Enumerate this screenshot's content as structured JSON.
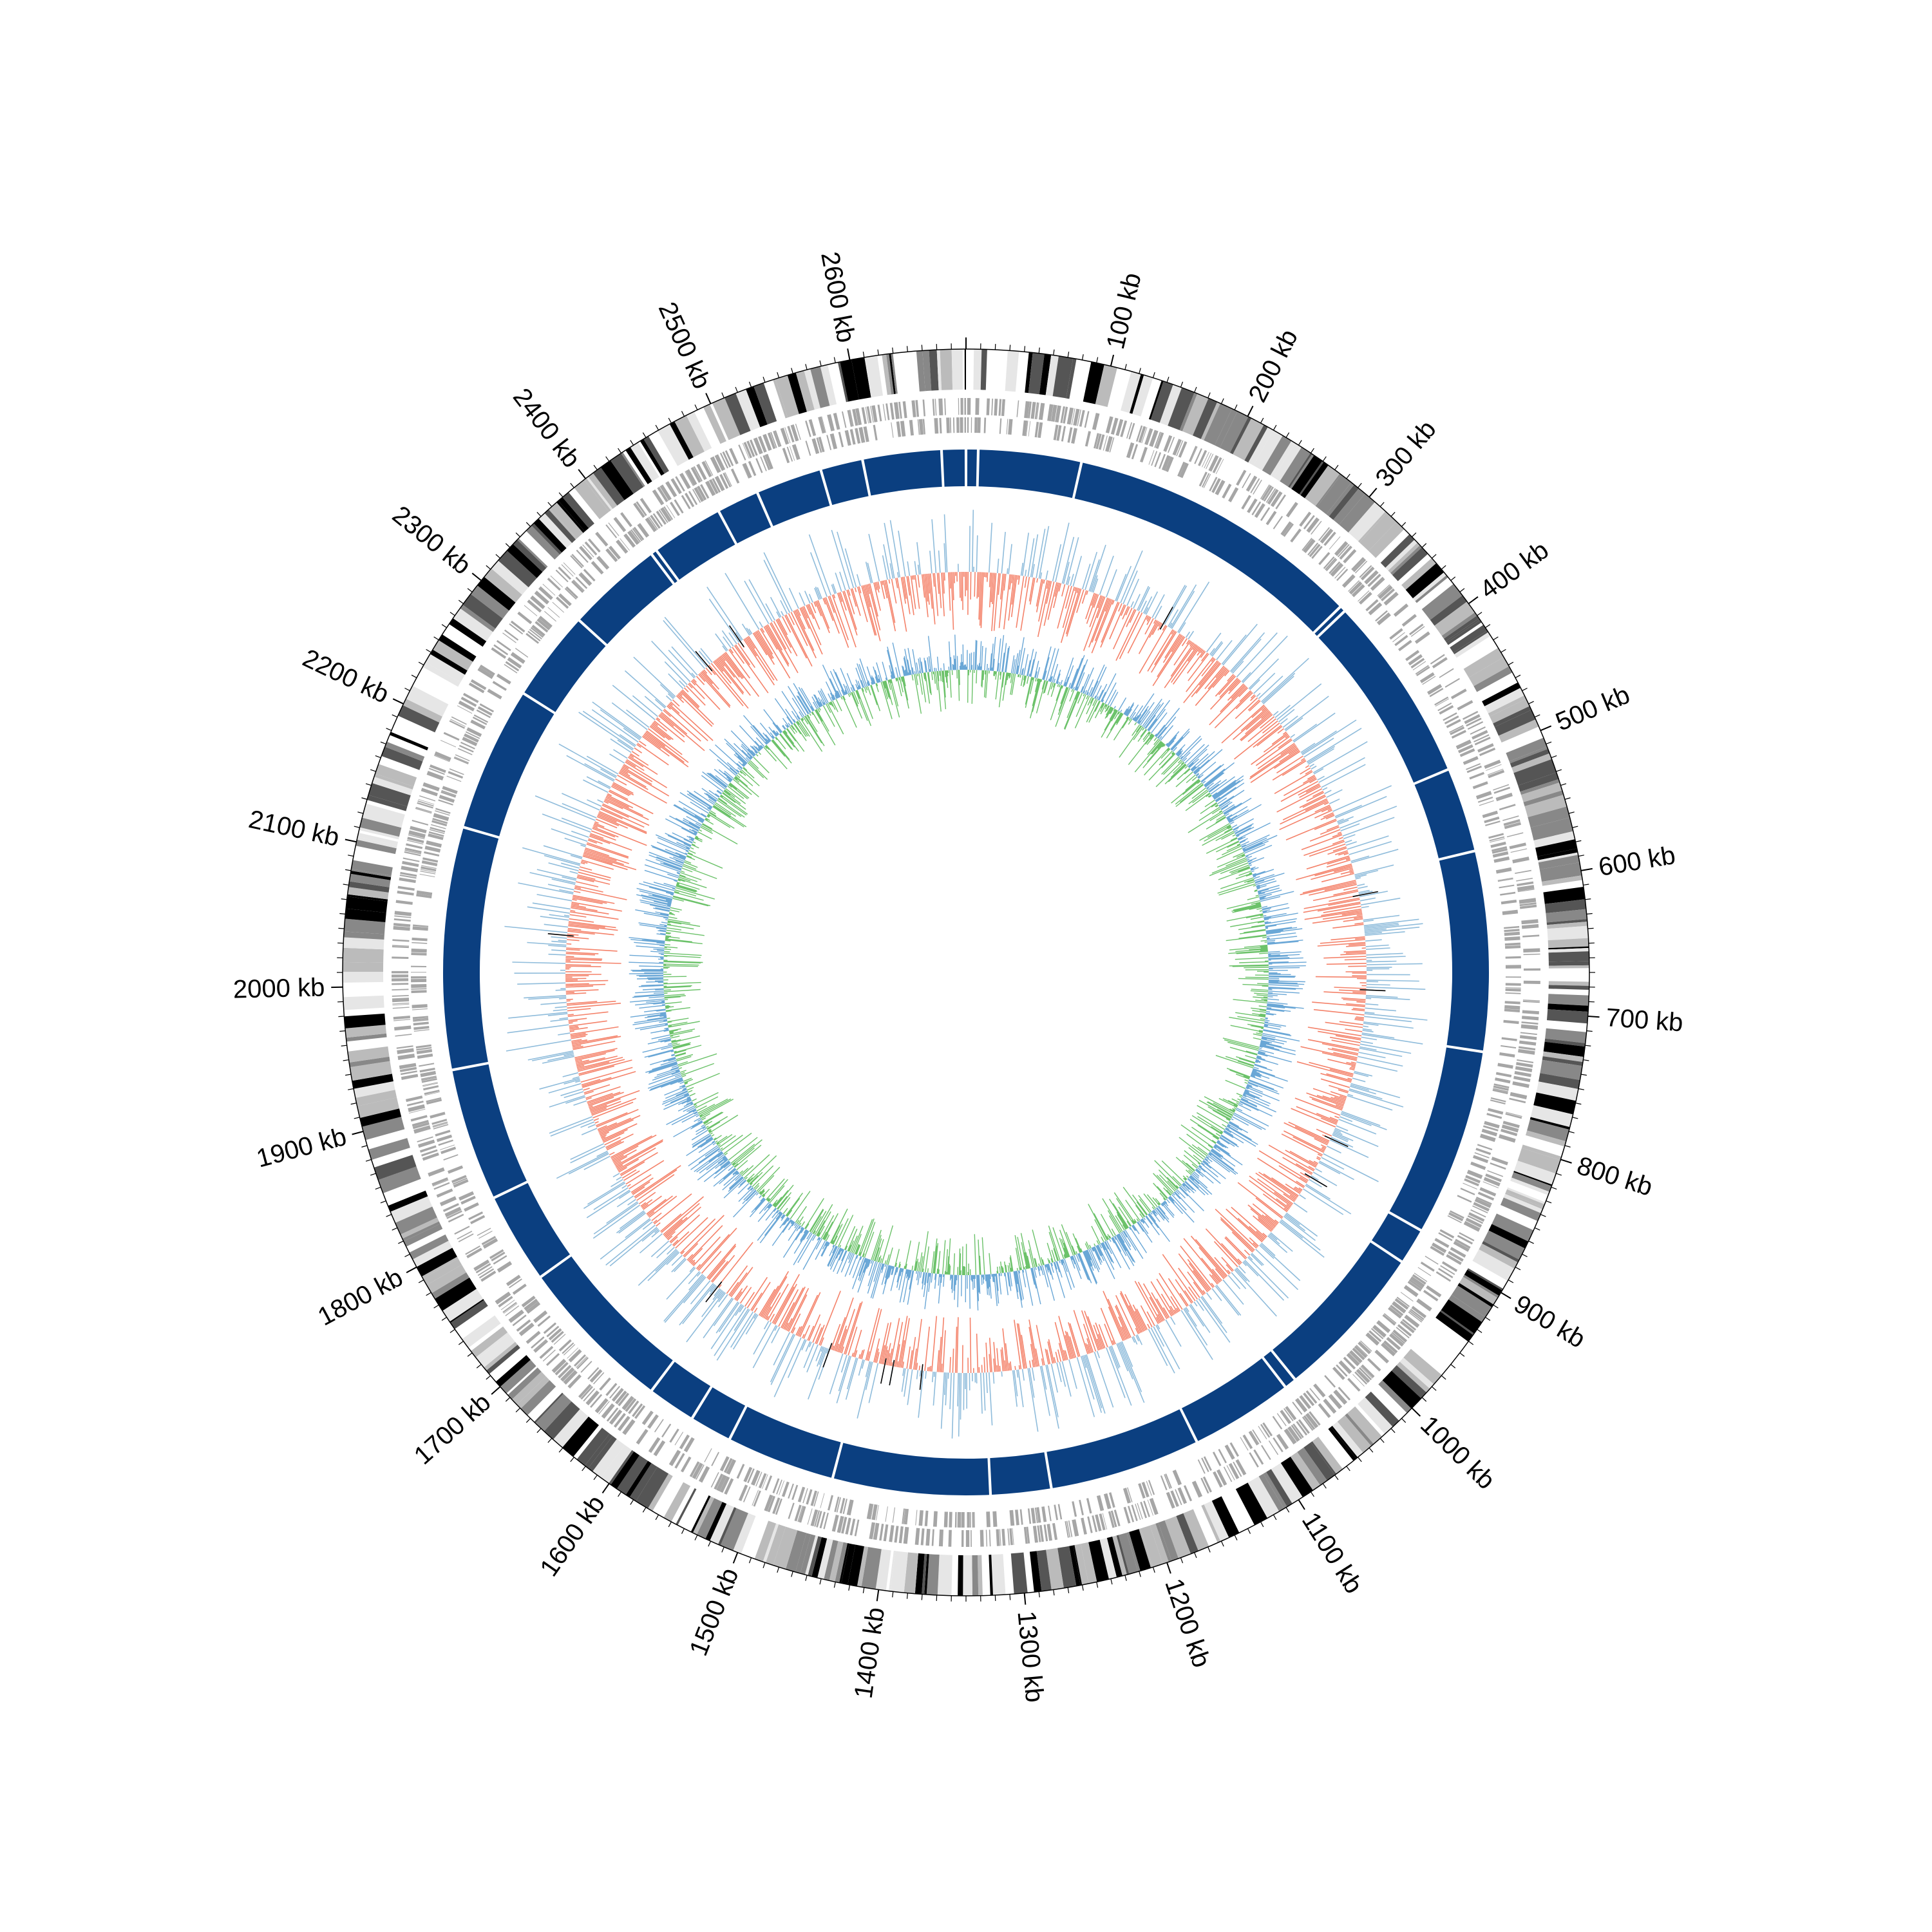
{
  "genome_map": {
    "type": "circular-genome-map",
    "genome_length_kb": 2680,
    "scale_labels": [
      "100 kb",
      "200 kb",
      "300 kb",
      "400 kb",
      "500 kb",
      "600 kb",
      "700 kb",
      "800 kb",
      "900 kb",
      "1000 kb",
      "1100 kb",
      "1200 kb",
      "1300 kb",
      "1400 kb",
      "1500 kb",
      "1600 kb",
      "1700 kb",
      "1800 kb",
      "1900 kb",
      "2000 kb",
      "2100 kb",
      "2200 kb",
      "2300 kb",
      "2400 kb",
      "2500 kb",
      "2600 kb"
    ],
    "tracks": [
      {
        "id": "banding",
        "colors": [
          "#000000",
          "#555555",
          "#888888",
          "#bbbbbb",
          "#e6e6e6",
          "#ffffff"
        ]
      },
      {
        "id": "genes",
        "color": "#a6a6a6"
      },
      {
        "id": "contigs",
        "color": "#0b3f80",
        "gap_positions_kb": [
          0,
          10,
          95,
          340,
          345,
          500,
          570,
          735,
          890,
          920,
          1050,
          1060,
          1145,
          1270,
          1320,
          1450,
          1540,
          1575,
          1615,
          1745,
          1820,
          1930,
          2130,
          2250,
          2325,
          2405,
          2410,
          2470,
          2505,
          2560,
          2595,
          2660
        ]
      },
      {
        "id": "skew-outer",
        "positive_color": "#f4826a",
        "negative_color": "#8fbcdb",
        "highlight_color": "#000000"
      },
      {
        "id": "gc-inner",
        "outer_color": "#6aa7d6",
        "inner_color": "#6cc26a"
      }
    ]
  }
}
